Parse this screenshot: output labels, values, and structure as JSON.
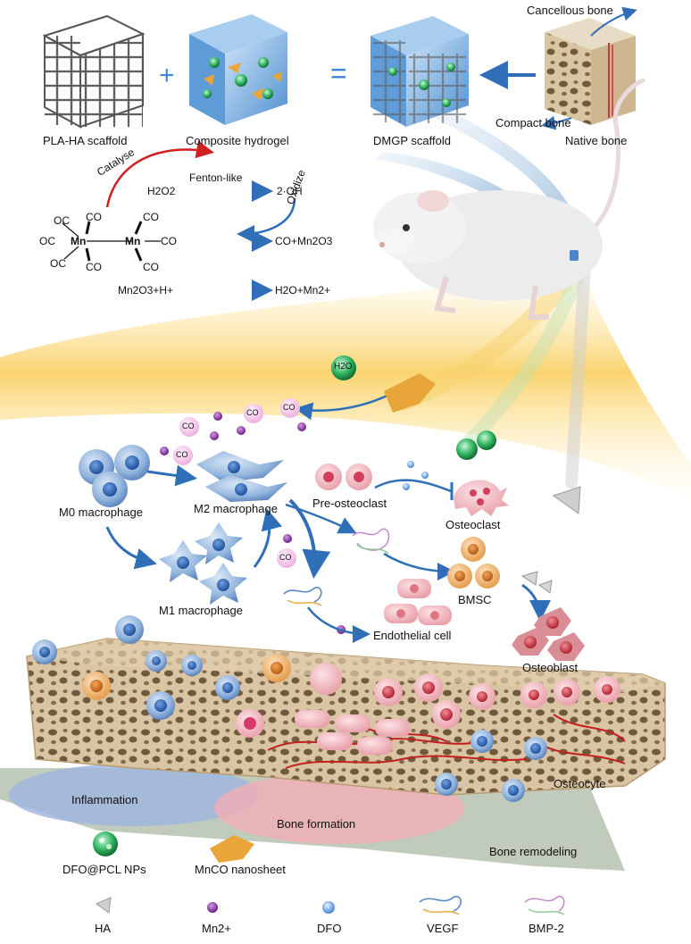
{
  "top_row": {
    "scaffold": "PLA-HA scaffold",
    "hydrogel": "Composite hydrogel",
    "dmgp": "DMGP scaffold",
    "native_bone": "Native bone",
    "cancellous": "Cancellous bone",
    "compact": "Compact bone",
    "plus": "+",
    "equals": "="
  },
  "reaction": {
    "catalyse": "Catalyse",
    "fenton": "Fenton-like",
    "oxidize": "Oxidize",
    "h2o2": "H2O2",
    "oh": "2·OH",
    "co_mn2o3": "CO+Mn2O3",
    "mn2o3_h": "Mn2O3+H+",
    "h2o_mn": "H2O+Mn2+",
    "oc": "OC",
    "co": "CO",
    "mn": "Mn"
  },
  "cells": {
    "m0": "M0 macrophage",
    "m2": "M2 macrophage",
    "m1": "M1 macrophage",
    "pre_osteoclast": "Pre-osteoclast",
    "osteoclast": "Osteoclast",
    "bmsc": "BMSC",
    "endothelial": "Endothelial cell",
    "osteoblast": "Osteoblast",
    "osteocyte": "Osteocyte",
    "h2o": "H2O",
    "co": "CO"
  },
  "stages": {
    "inflammation": "Inflammation",
    "bone_formation": "Bone formation",
    "bone_remodeling": "Bone remodeling"
  },
  "legend": {
    "dfo_pcl": "DFO@PCL NPs",
    "mnco": "MnCO nanosheet",
    "ha": "HA",
    "mn2": "Mn2+",
    "dfo": "DFO",
    "vegf": "VEGF",
    "bmp2": "BMP-2"
  },
  "colors": {
    "scaffold": "#6f6f6f",
    "hydrogel": "#6aa7d8",
    "bone": "#d8c4a0",
    "macrophage": "#6e98cc",
    "osteoclast": "#e48a99",
    "osteoblast": "#b8464f",
    "bmsc": "#e8a24e",
    "endothelial": "#f1a8ab",
    "mn_ion": "#8a2fa0",
    "co_bubble": "#f2b6e4",
    "arrow": "#2f6fb8",
    "beam": "#f7c23b",
    "inflammation_zone": "#9db4df",
    "formation_zone": "#f1aeb6"
  }
}
